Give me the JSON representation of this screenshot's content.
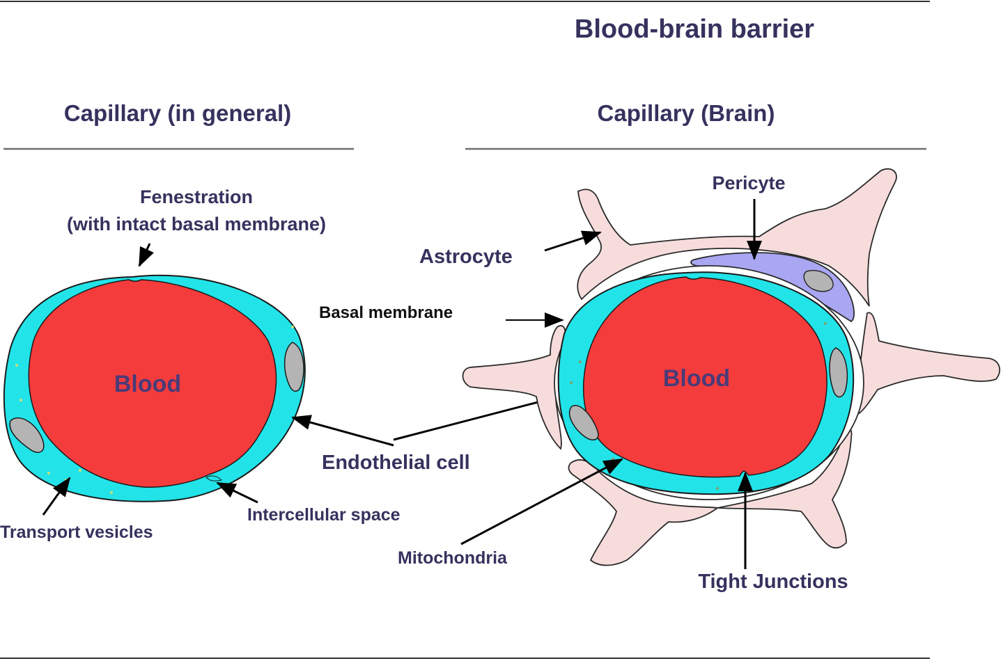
{
  "title": "Blood-brain barrier",
  "left_panel": {
    "heading": "Capillary (in general)",
    "center_label": "Blood",
    "fenestration_line1": "Fenestration",
    "fenestration_line2": "(with intact basal membrane)",
    "transport_vesicles": "Transport vesicles",
    "intercellular_space": "Intercellular space"
  },
  "shared": {
    "endothelial_cell": "Endothelial cell"
  },
  "right_panel": {
    "heading": "Capillary (Brain)",
    "center_label": "Blood",
    "pericyte": "Pericyte",
    "astrocyte": "Astrocyte",
    "basal_membrane": "Basal membrane",
    "mitochondria": "Mitochondria",
    "tight_junctions": "Tight Junctions"
  },
  "colors": {
    "blood": "#f43c3c",
    "endothelium": "#22e3e8",
    "nucleus": "#b4b4b4",
    "astrocyte": "#f7dcdc",
    "pericyte": "#a9a6f2",
    "text": "#35325e",
    "rule": "#6e6e6e"
  }
}
